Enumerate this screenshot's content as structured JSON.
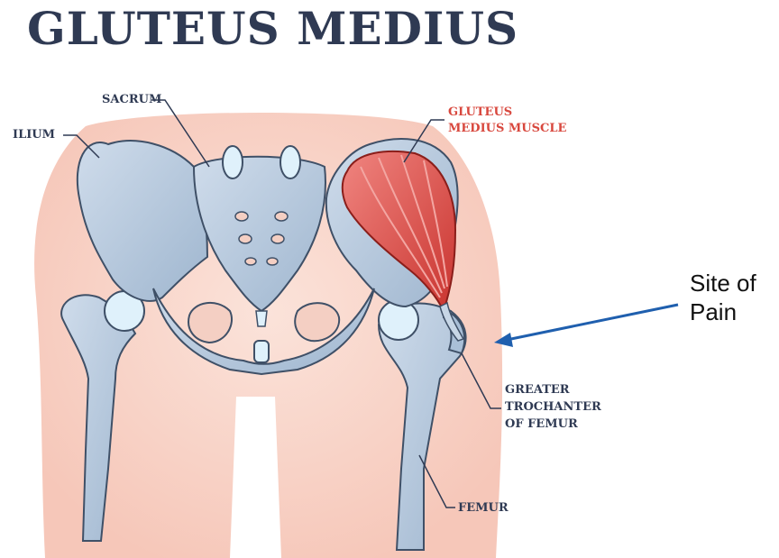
{
  "title": "GLUTEUS MEDIUS",
  "labels": {
    "sacrum": "SACRUM",
    "ilium": "ILIUM",
    "muscle_line1": "GLUTEUS",
    "muscle_line2": "MEDIUS MUSCLE",
    "trochanter_line1": "GREATER",
    "trochanter_line2": "TROCHANTER",
    "trochanter_line3": "OF FEMUR",
    "femur": "FEMUR"
  },
  "annotation": {
    "line1": "Site of",
    "line2": "Pain"
  },
  "colors": {
    "title": "#2f3a53",
    "label": "#2f3a53",
    "muscle_label": "#d8473d",
    "bone": "#b9cbe0",
    "bone_outline": "#3f5067",
    "cartilage": "#dff1fb",
    "muscle": "#de4f48",
    "skin": "#f9d9cf",
    "arrow": "#1f5fae"
  }
}
